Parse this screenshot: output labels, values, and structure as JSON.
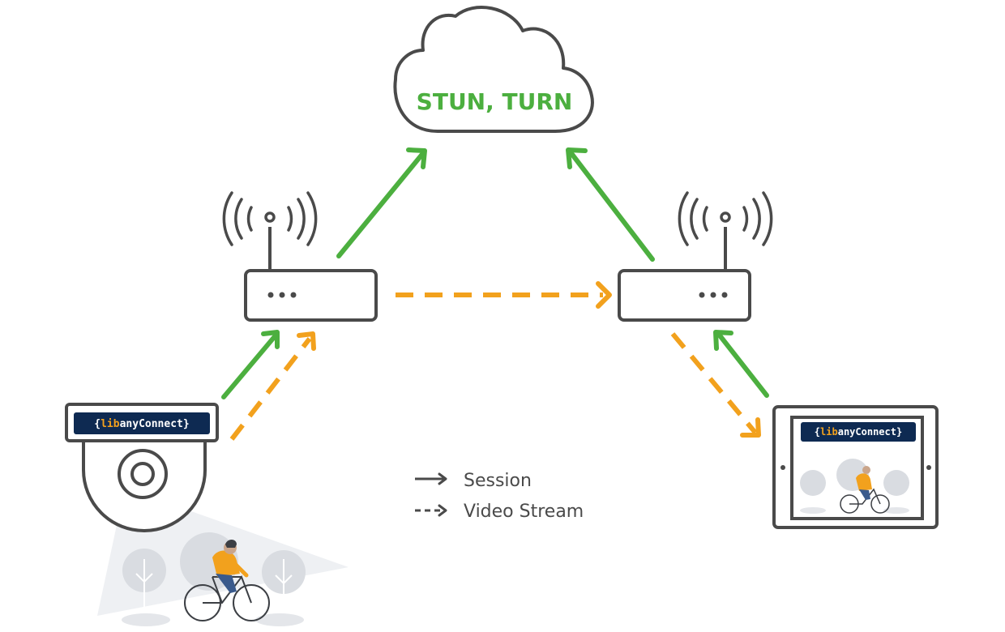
{
  "cloud": {
    "label": "STUN, TURN"
  },
  "badges": {
    "open": "{",
    "lib": "lib",
    "name": "anyConnect",
    "close": "}"
  },
  "legend": {
    "session": "Session",
    "video": "Video Stream"
  },
  "colors": {
    "session": "#4caf3f",
    "video": "#f2a11d",
    "outline": "#4a4a4a",
    "badge_bg": "#0e2a52",
    "accent": "#f2a11d"
  }
}
